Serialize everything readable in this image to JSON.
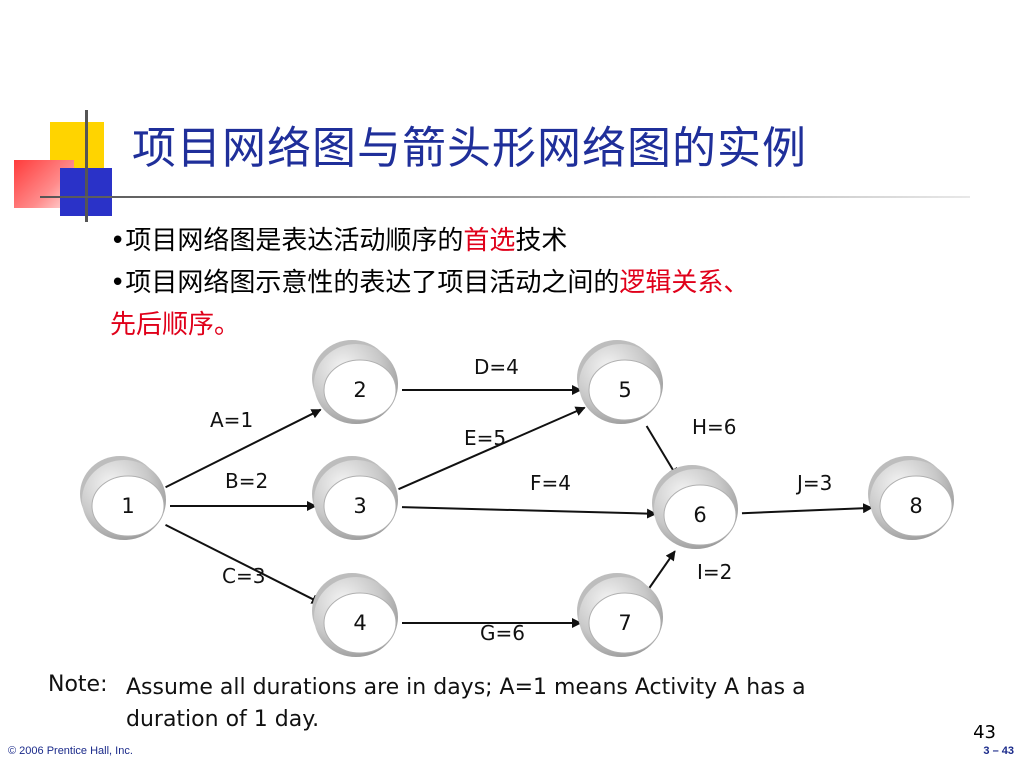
{
  "slide": {
    "title": "项目网络图与箭头形网络图的实例",
    "bullets": [
      {
        "prefix": "•",
        "text": "项目网络图是表达活动顺序的",
        "highlight": "首选",
        "suffix": "技术",
        "continuation": ""
      },
      {
        "prefix": "•",
        "text": "项目网络图示意性的表达了项目活动之间的",
        "highlight": "逻辑关系、",
        "suffix": "",
        "continuation": "先后顺序。"
      }
    ],
    "note_label": "Note:",
    "note_text": "Assume all durations are in days;  A=1 means Activity A has a duration of 1 day.",
    "page_number": "43",
    "copyright": "© 2006 Prentice Hall, Inc.",
    "slide_number": "3 – 43",
    "colors": {
      "title": "#1f2f9a",
      "highlight": "#e0001a",
      "node_fill": "#cfcfcf",
      "arrow": "#111111"
    }
  },
  "diagram": {
    "nodes": [
      {
        "id": "1",
        "label": "1"
      },
      {
        "id": "2",
        "label": "2"
      },
      {
        "id": "3",
        "label": "3"
      },
      {
        "id": "4",
        "label": "4"
      },
      {
        "id": "5",
        "label": "5"
      },
      {
        "id": "6",
        "label": "6"
      },
      {
        "id": "7",
        "label": "7"
      },
      {
        "id": "8",
        "label": "8"
      }
    ],
    "edges": [
      {
        "from": "1",
        "to": "2",
        "label": "A=1"
      },
      {
        "from": "1",
        "to": "3",
        "label": "B=2"
      },
      {
        "from": "1",
        "to": "4",
        "label": "C=3"
      },
      {
        "from": "2",
        "to": "5",
        "label": "D=4"
      },
      {
        "from": "3",
        "to": "5",
        "label": "E=5"
      },
      {
        "from": "3",
        "to": "6",
        "label": "F=4"
      },
      {
        "from": "4",
        "to": "7",
        "label": "G=6"
      },
      {
        "from": "5",
        "to": "6",
        "label": "H=6"
      },
      {
        "from": "7",
        "to": "6",
        "label": "I=2"
      },
      {
        "from": "6",
        "to": "8",
        "label": "J=3"
      }
    ]
  }
}
